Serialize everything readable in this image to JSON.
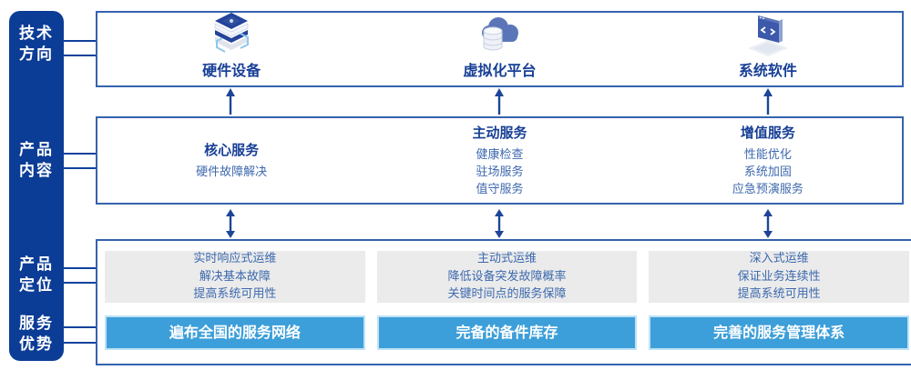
{
  "diagram": {
    "sidebar": {
      "items": [
        {
          "line1": "技术",
          "line2": "方向"
        },
        {
          "line1": "产品",
          "line2": "内容"
        },
        {
          "line1": "产品",
          "line2": "定位"
        },
        {
          "line1": "服务",
          "line2": "优势"
        }
      ]
    },
    "tech_row": {
      "items": [
        {
          "icon": "server-stack-icon",
          "label": "硬件设备"
        },
        {
          "icon": "cloud-database-icon",
          "label": "虚拟化平台"
        },
        {
          "icon": "system-software-icon",
          "label": "系统软件"
        }
      ]
    },
    "service_row": {
      "columns": [
        {
          "title": "核心服务",
          "items": [
            "硬件故障解决"
          ]
        },
        {
          "title": "主动服务",
          "items": [
            "健康检查",
            "驻场服务",
            "值守服务"
          ]
        },
        {
          "title": "增值服务",
          "items": [
            "性能优化",
            "系统加固",
            "应急预演服务"
          ]
        }
      ]
    },
    "bottom_row": {
      "columns": [
        {
          "positioning": [
            "实时响应式运维",
            "解决基本故障",
            "提高系统可用性"
          ],
          "advantage": "遍布全国的服务网络"
        },
        {
          "positioning": [
            "主动式运维",
            "降低设备突发故障概率",
            "关键时间点的服务保障"
          ],
          "advantage": "完备的备件库存"
        },
        {
          "positioning": [
            "深入式运维",
            "保证业务连续性",
            "提高系统可用性"
          ],
          "advantage": "完善的服务管理体系"
        }
      ]
    },
    "colors": {
      "sidebar_blue": "#0c3d96",
      "box_border_blue": "#3463ae",
      "title_blue": "#173f96",
      "item_blue": "#3e68ae",
      "bar_blue": "#3d9fd9",
      "bar_border_light_blue": "#bfe2f5",
      "panel_gray": "#ebebeb",
      "arrow_blue": "#1c4599"
    }
  }
}
